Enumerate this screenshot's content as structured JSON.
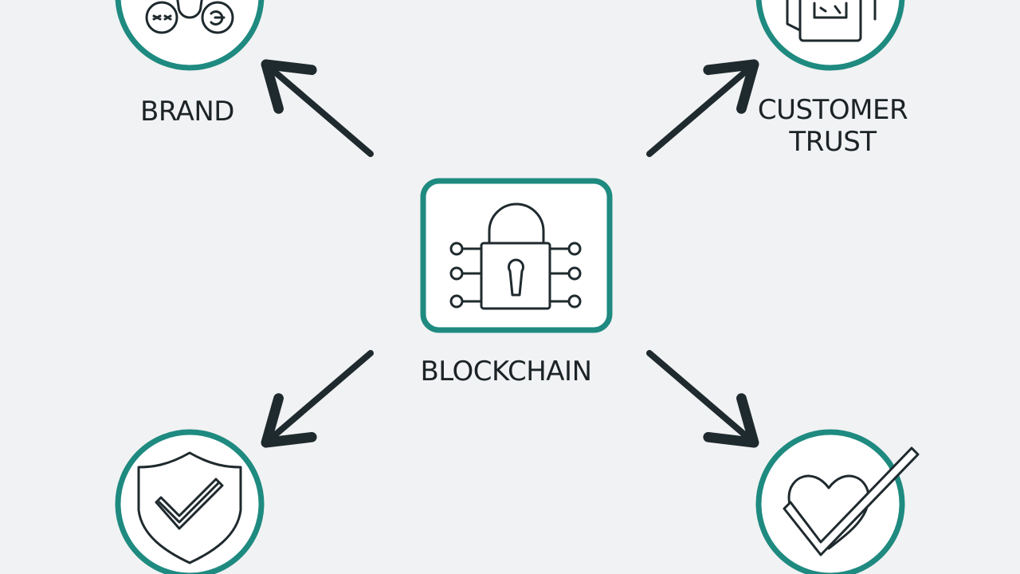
{
  "diagram": {
    "center": {
      "label": "BLOCKCHAIN",
      "icon": "padlock-circuit-icon"
    },
    "nodes": [
      {
        "id": "brand",
        "label": "BRAND",
        "icon": "brand-icons"
      },
      {
        "id": "customer-trust",
        "label_line1": "CUSTOMER",
        "label_line2": "TRUST",
        "icon": "document-icon"
      },
      {
        "id": "security",
        "icon": "shield-check-icon"
      },
      {
        "id": "loyalty",
        "icon": "heart-check-icon"
      }
    ],
    "colors": {
      "accent": "#1e8a80",
      "stroke": "#1f2a2e",
      "background": "#f1f2f3",
      "fill": "#ffffff"
    }
  }
}
